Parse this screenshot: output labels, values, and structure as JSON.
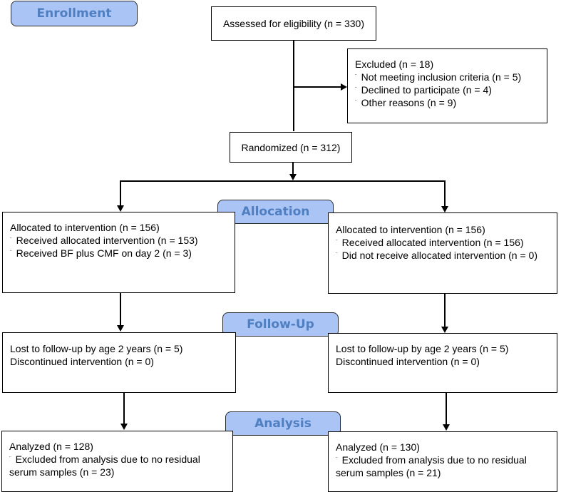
{
  "stages": {
    "enrollment": "Enrollment",
    "allocation": "Allocation",
    "followup": "Follow-Up",
    "analysis": "Analysis"
  },
  "bullet_glyph": "¨",
  "assessed": "Assessed for eligibility (n = 330)",
  "excluded": {
    "title": "Excluded  (n = 18)",
    "items": [
      "Not meeting inclusion criteria (n = 5)",
      "Declined to participate (n = 4)",
      "Other reasons (n = 9)"
    ]
  },
  "randomized": "Randomized (n = 312)",
  "allocation_left": {
    "title": "Allocated to intervention (n = 156)",
    "items": [
      "Received allocated intervention (n = 153)",
      "Received BF plus CMF on day 2 (n = 3)"
    ]
  },
  "allocation_right": {
    "title": "Allocated to intervention (n = 156)",
    "items": [
      "Received allocated intervention (n = 156)",
      "Did not receive allocated intervention (n = 0)"
    ]
  },
  "followup_left": {
    "lines": [
      "Lost to follow-up by age 2 years (n = 5)",
      "Discontinued intervention (n = 0)"
    ]
  },
  "followup_right": {
    "lines": [
      "Lost to follow-up by age 2 years (n = 5)",
      "Discontinued intervention (n = 0)"
    ]
  },
  "analysis_left": {
    "title": "Analyzed  (n = 128)",
    "items": [
      "Excluded from analysis due to no residual serum samples (n = 23)"
    ]
  },
  "analysis_right": {
    "title": "Analyzed  (n = 130)",
    "items": [
      "Excluded from analysis due to no residual serum samples (n = 21)"
    ]
  }
}
